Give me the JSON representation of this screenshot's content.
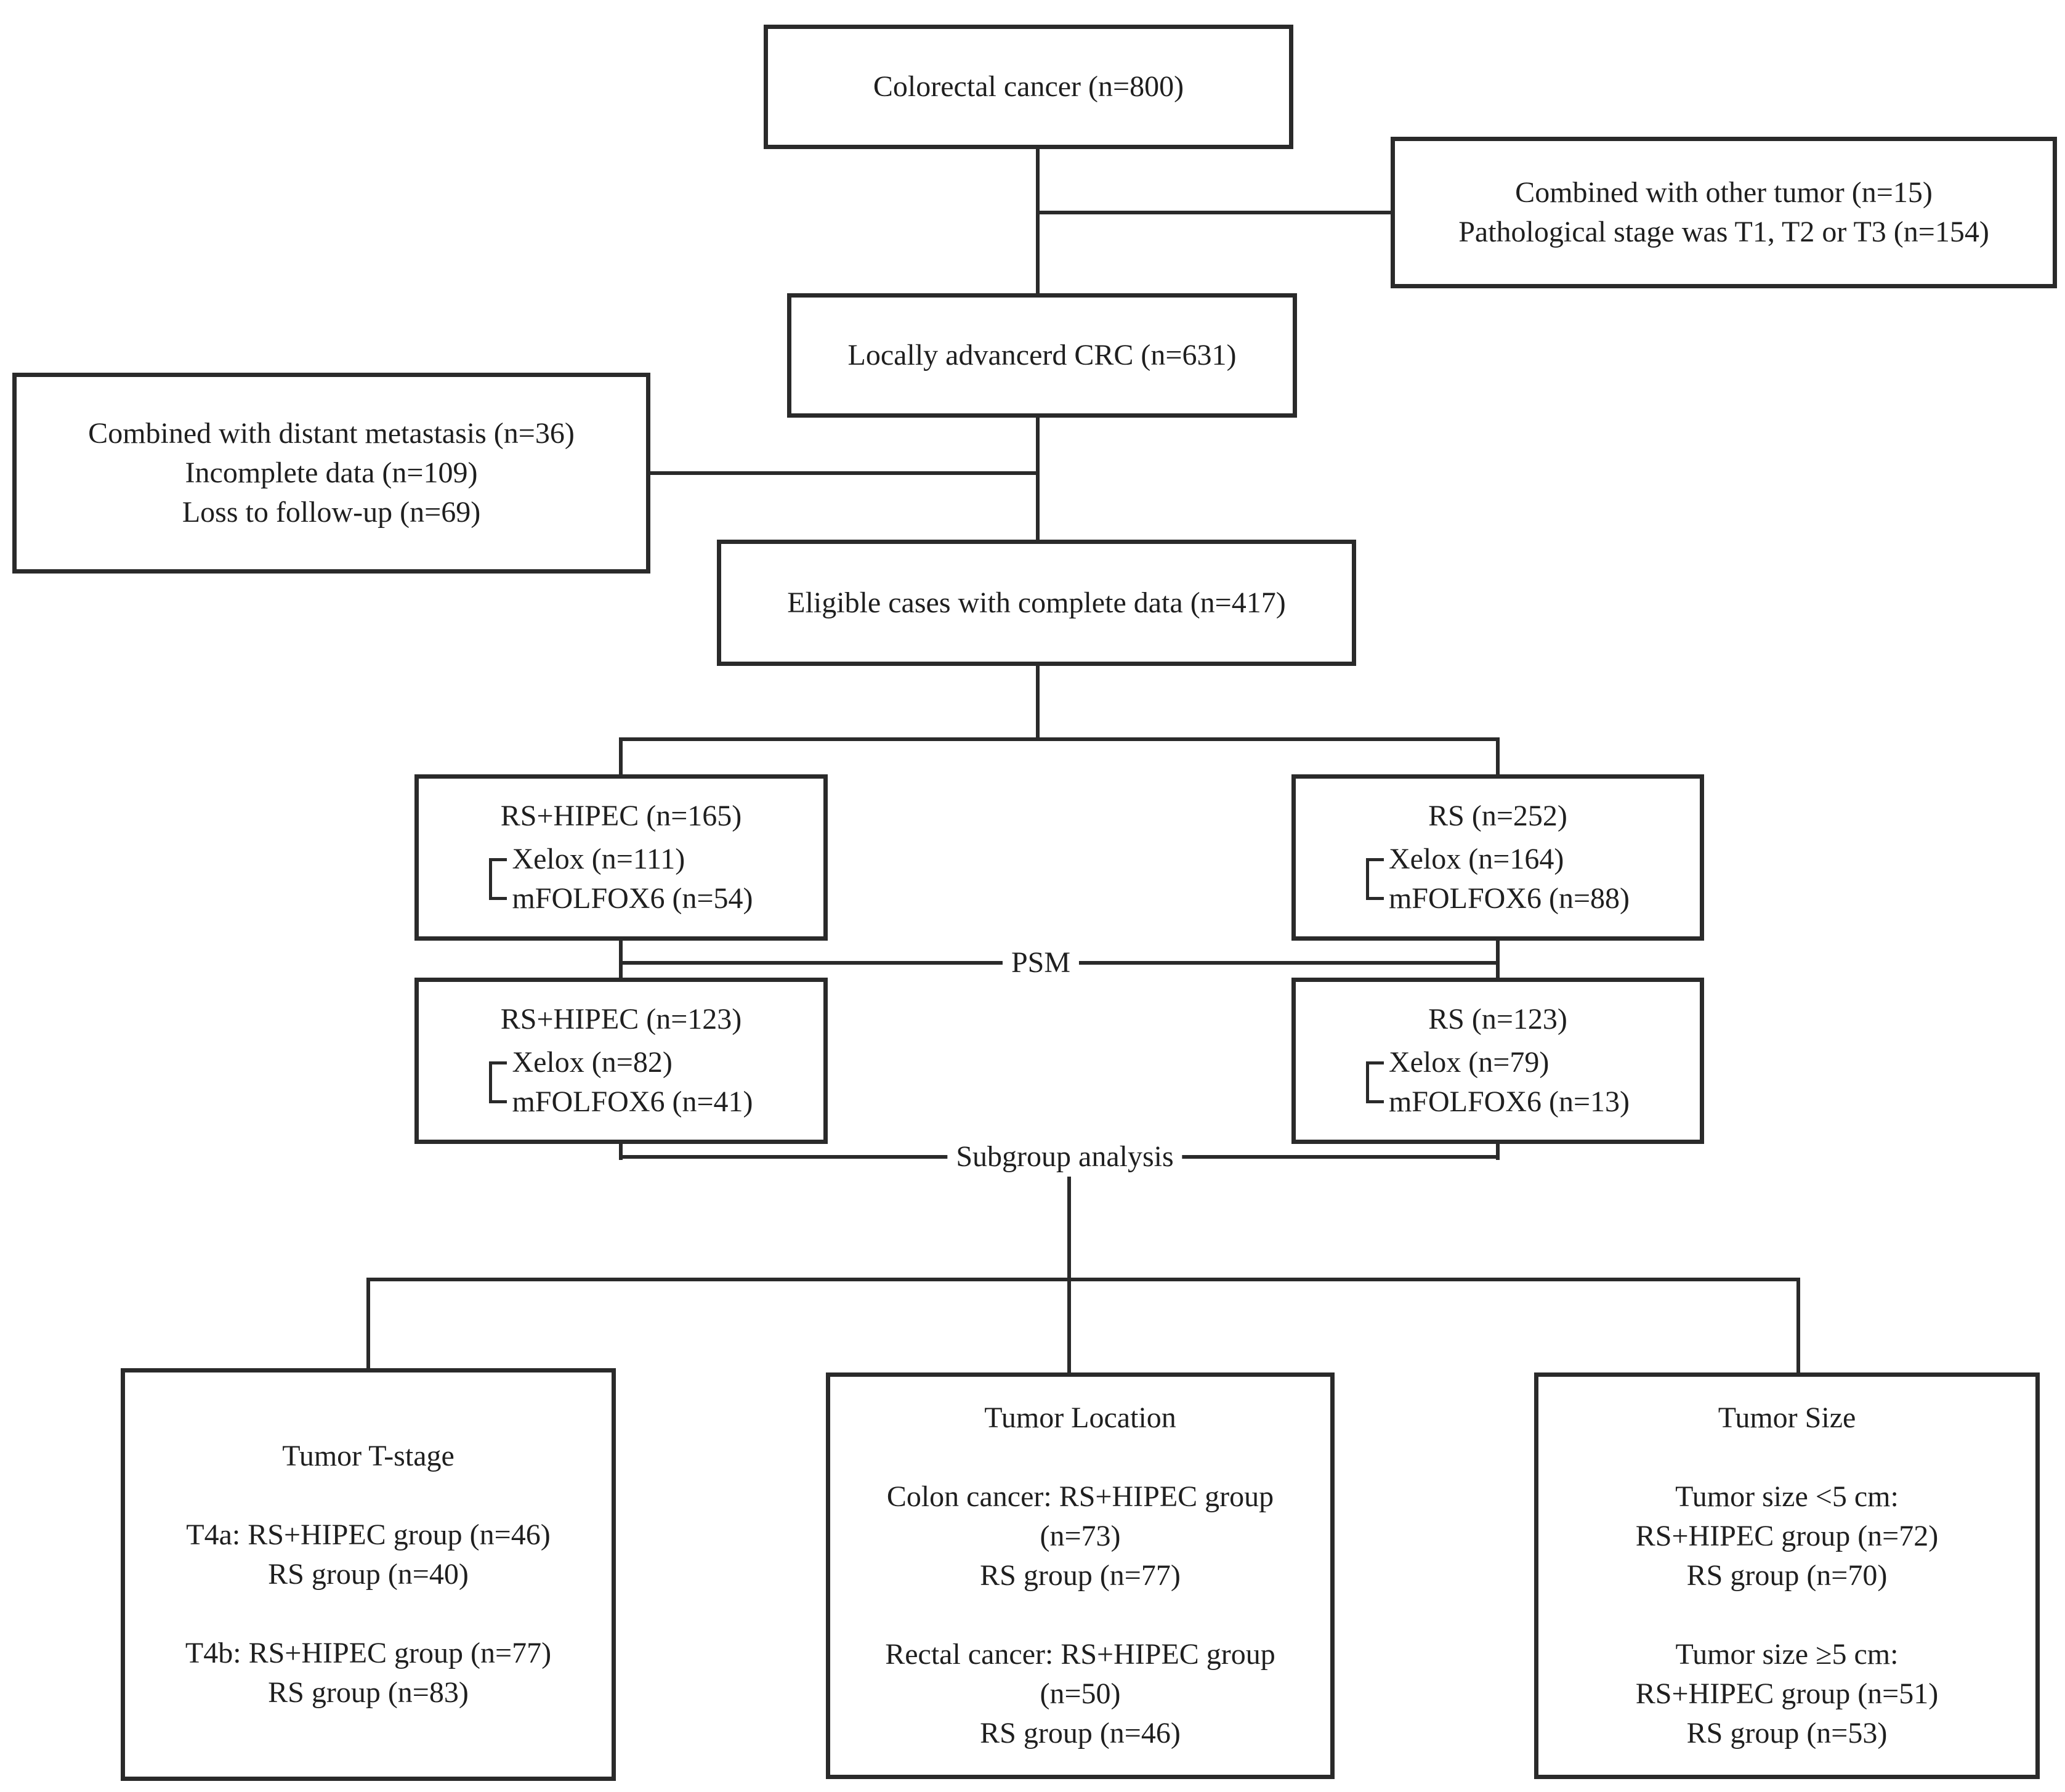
{
  "diagram": {
    "boxes": {
      "colorectal": {
        "text": "Colorectal cancer (n=800)"
      },
      "exclusion_top": {
        "lines": [
          "Combined with other tumor (n=15)",
          "Pathological stage was T1, T2 or T3 (n=154)"
        ]
      },
      "locally_advanced": {
        "text": "Locally advancerd CRC (n=631)"
      },
      "exclusion_mid": {
        "lines": [
          "Combined with distant metastasis (n=36)",
          "Incomplete data (n=109)",
          "Loss to follow-up (n=69)"
        ]
      },
      "eligible": {
        "text": "Eligible cases with complete data (n=417)"
      },
      "rs_hipec_pre_psm": {
        "title": "RS+HIPEC (n=165)",
        "regimens": [
          "Xelox (n=111)",
          "mFOLFOX6 (n=54)"
        ]
      },
      "rs_pre_psm": {
        "title": "RS (n=252)",
        "regimens": [
          "Xelox (n=164)",
          "mFOLFOX6 (n=88)"
        ]
      },
      "rs_hipec_post_psm": {
        "title": "RS+HIPEC (n=123)",
        "regimens": [
          "Xelox (n=82)",
          "mFOLFOX6 (n=41)"
        ]
      },
      "rs_post_psm": {
        "title": "RS (n=123)",
        "regimens": [
          "Xelox (n=79)",
          "mFOLFOX6 (n=13)"
        ]
      },
      "subgroup_tstage": {
        "title": "Tumor T-stage",
        "groups": [
          [
            "T4a: RS+HIPEC group (n=46)",
            "RS group (n=40)"
          ],
          [
            "T4b: RS+HIPEC group (n=77)",
            "RS group (n=83)"
          ]
        ]
      },
      "subgroup_location": {
        "title": "Tumor Location",
        "groups": [
          [
            "Colon cancer: RS+HIPEC group",
            "(n=73)",
            "RS group (n=77)"
          ],
          [
            "Rectal cancer: RS+HIPEC group",
            "(n=50)",
            "RS group (n=46)"
          ]
        ]
      },
      "subgroup_size": {
        "title": "Tumor Size",
        "groups": [
          [
            "Tumor size <5 cm:",
            "RS+HIPEC group (n=72)",
            "RS group (n=70)"
          ],
          [
            "Tumor size ≥5 cm:",
            "RS+HIPEC group (n=51)",
            "RS group (n=53)"
          ]
        ]
      }
    },
    "labels": {
      "psm": "PSM",
      "subgroup_analysis": "Subgroup analysis"
    },
    "colors": {
      "line": "#2a2a2a",
      "text": "#1f1f1f",
      "background": "#ffffff"
    }
  }
}
